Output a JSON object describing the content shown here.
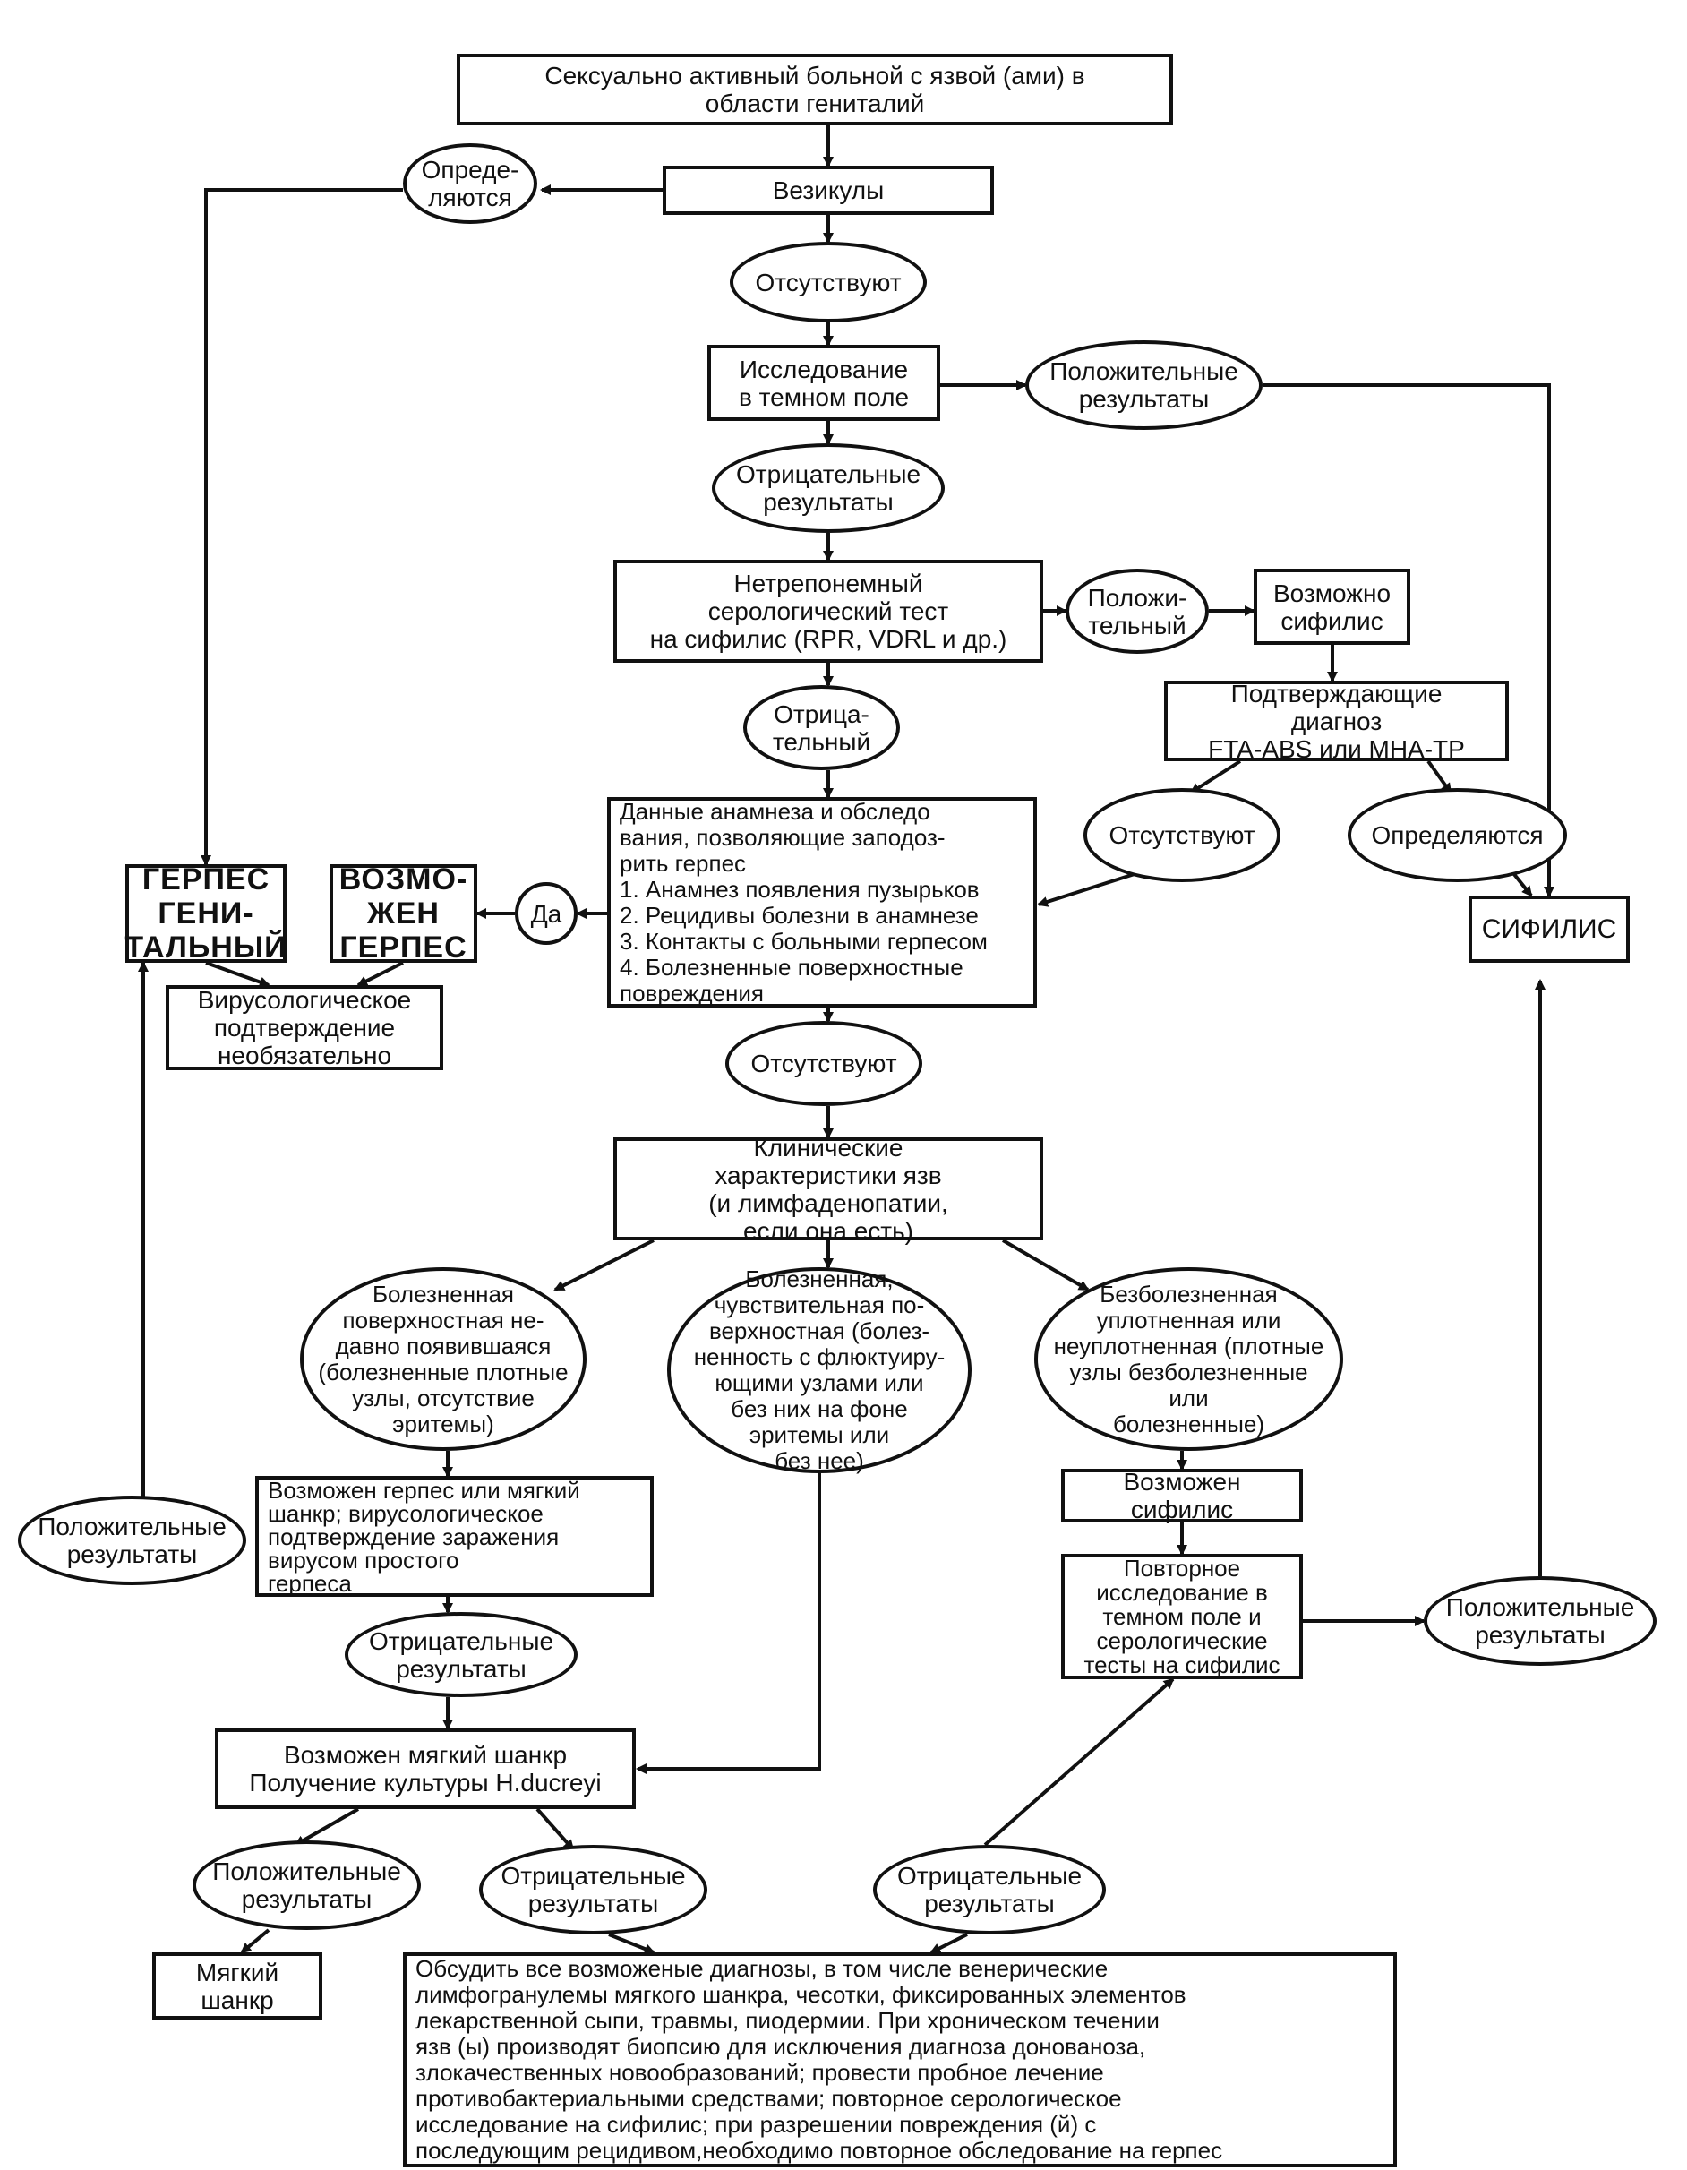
{
  "nodes": {
    "start": "Сексуально активный больной с язвой (ами) в\nобласти гениталий",
    "vesicles": "Везикулы",
    "determined1": "Опреде-\nляются",
    "absent1": "Отсутствуют",
    "darkfield": "Исследование\nв темном поле",
    "positive1": "Положительные\nрезультаты",
    "negative1": "Отрицательные\nрезультаты",
    "nontrep": "Нетрепонемный\nсерологический тест\nна сифилис (RPR, VDRL и др.)",
    "positive_test": "Положи-\nтельный",
    "possible_syph": "Возможно\nсифилис",
    "confirm": "Подтверждающие\nдиагноз\nFTA-ABS или MHA-TP",
    "negative_test": "Отрица-\nтельный",
    "absent2": "Отсутствуют",
    "determined2": "Определяются",
    "syphilis": "СИФИЛИС",
    "history": "Данные анамнеза и обследо\nвания, позволяющие заподоз-\nрить герпес\n1. Анамнез появления пузырьков\n2. Рецидивы болезни в анамнезе\n3. Контакты с больными герпесом\n4. Болезненные поверхностные\nповреждения",
    "yes": "Да",
    "possible_herpes": "ВОЗМО-\nЖЕН\nГЕРПЕС",
    "genital_herpes": "ГЕРПЕС\nГЕНИ-\nТАЛЬНЫЙ",
    "viro_optional": "Вирусологическое\nподтверждение\nнеобязательно",
    "absent3": "Отсутствуют",
    "clinical": "Клинические\nхарактеристики язв\n(и лимфаденопатии,\nесли она есть)",
    "painful_superficial": "Болезненная\nповерхностная не-\nдавно появившаяся\n(болезненные плотные\nузлы, отсутствие\nэритемы)",
    "painful_sensitive": "Болезненная,\nчувствительная по-\nверхностная (болез-\nненность с флюктуиру-\nющими узлами или\nбез них на фоне\nэритемы или\nбез нее)",
    "painless": "Безболезненная\nуплотненная или\nнеуплотненная (плотные\nузлы безболезненные\nили\nболезненные)",
    "herpes_or_chancroid": "Возможен герпес или мягкий\nшанкр; вирусологическое\nподтверждение заражения\nвирусом простого\nгерпеса",
    "positive2": "Положительные\nрезультаты",
    "possible_syph2": "Возможен\nсифилис",
    "repeat": "Повторное\nисследование в\nтемном поле и\nсерологические\nтесты на сифилис",
    "positive3": "Положительные\nрезультаты",
    "negative2": "Отрицательные\nрезультаты",
    "chancroid_possible": "Возможен мягкий шанкр\nПолучение культуры H.ducreyi",
    "positive4": "Положительные\nрезультаты",
    "negative3": "Отрицательные\nрезультаты",
    "negative4": "Отрицательные\nрезультаты",
    "chancroid": "Мягкий\nшанкр",
    "discuss": "Обсудить все возможеные диагнозы, в том числе венерические\nлимфогранулемы мягкого шанкра, чесотки, фиксированных элементов\nлекарственной сыпи, травмы, пиодермии. При хроническом течении\nязв (ы) производят биопсию для исключения диагноза донованоза,\nзлокачественных новообразований; провести пробное лечение\nпротивобактериальными средствами; повторное серологическое\nисследование на сифилис; при разрешении повреждения (й) с\nпоследующим рецидивом,необходимо повторное обследование на герпес"
  }
}
